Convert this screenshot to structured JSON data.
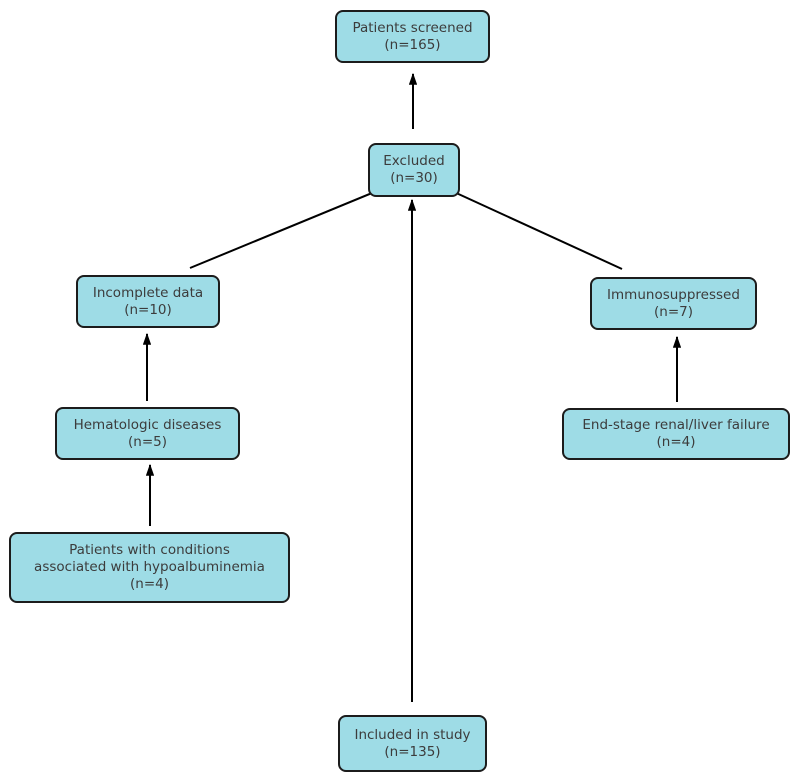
{
  "diagram": {
    "type": "flowchart",
    "colors": {
      "box_fill": "#9edce6",
      "box_border": "#1c1c1c",
      "arrow": "#000000",
      "text": "#3c3c3c",
      "background": "#ffffff"
    },
    "nodes": {
      "patients_screened": {
        "label": "Patients screened",
        "count": "(n=165)"
      },
      "excluded": {
        "label": "Excluded",
        "count": "(n=30)"
      },
      "incomplete_data": {
        "label": "Incomplete data",
        "count": "(n=10)"
      },
      "immunosuppressed": {
        "label": "Immunosuppressed",
        "count": "(n=7)"
      },
      "hematologic_diseases": {
        "label": "Hematologic diseases",
        "count": "(n=5)"
      },
      "end_stage_failure": {
        "label": "End-stage renal/liver failure",
        "count": "(n=4)"
      },
      "hypoalbuminemia_conditions": {
        "label_line1": "Patients with conditions",
        "label_line2": "associated with hypoalbuminemia",
        "count": "(n=4)"
      },
      "included_in_study": {
        "label": "Included in study",
        "count": "(n=135)"
      }
    },
    "edges": [
      {
        "from": "excluded",
        "to": "patients_screened"
      },
      {
        "from": "included_in_study",
        "to": "excluded"
      },
      {
        "from": "incomplete_data",
        "to": "excluded"
      },
      {
        "from": "immunosuppressed",
        "to": "excluded"
      },
      {
        "from": "hematologic_diseases",
        "to": "incomplete_data"
      },
      {
        "from": "end_stage_failure",
        "to": "immunosuppressed"
      },
      {
        "from": "hypoalbuminemia_conditions",
        "to": "hematologic_diseases"
      }
    ]
  }
}
